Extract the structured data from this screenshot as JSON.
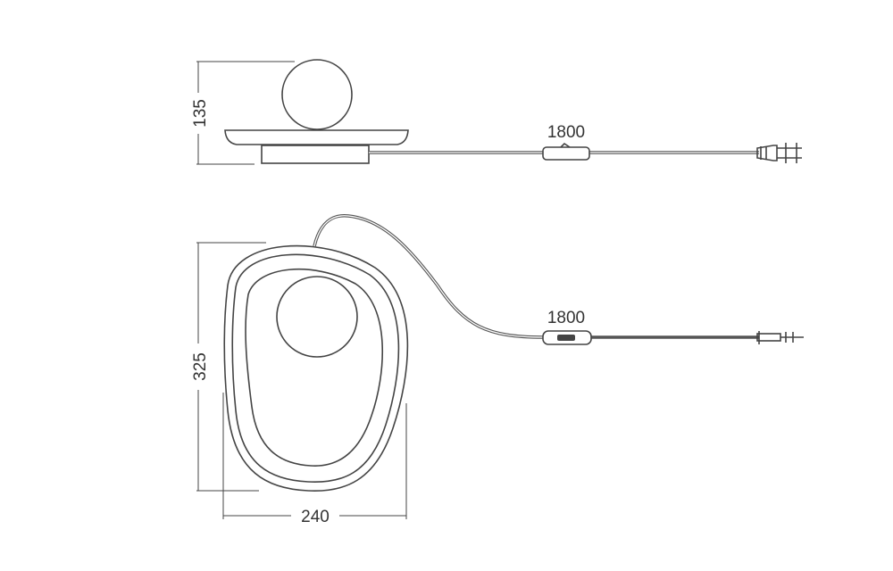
{
  "title": "Table lamp dimension drawing",
  "side_view": {
    "height_label": "135",
    "cable_length_label": "1800"
  },
  "top_view": {
    "depth_label": "325",
    "width_label": "240",
    "cable_length_label": "1800"
  },
  "colors": {
    "line": "#444444",
    "background": "#ffffff"
  }
}
